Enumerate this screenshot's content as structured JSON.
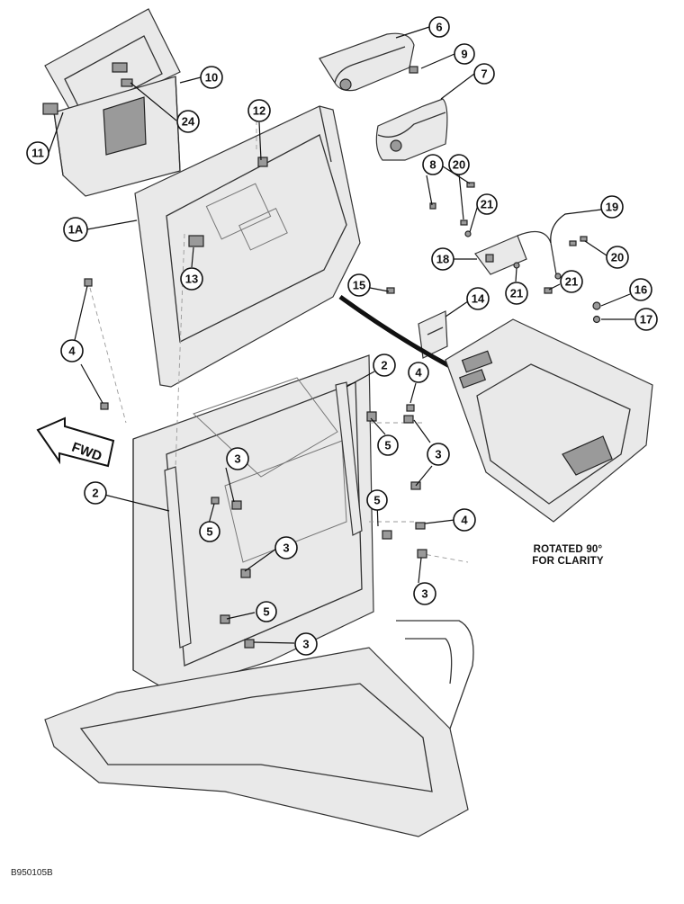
{
  "diagram": {
    "direction_arrow_label": "FWD",
    "note_lines": [
      "ROTATED 90°",
      "FOR CLARITY"
    ],
    "reference_code": "B950105B"
  },
  "callouts": [
    {
      "id": "c6",
      "label": "6"
    },
    {
      "id": "c9",
      "label": "9"
    },
    {
      "id": "c7",
      "label": "7"
    },
    {
      "id": "c10",
      "label": "10"
    },
    {
      "id": "c24",
      "label": "24"
    },
    {
      "id": "c11",
      "label": "11"
    },
    {
      "id": "c12",
      "label": "12"
    },
    {
      "id": "c8",
      "label": "8"
    },
    {
      "id": "c20a",
      "label": "20"
    },
    {
      "id": "c21a",
      "label": "21"
    },
    {
      "id": "c19",
      "label": "19"
    },
    {
      "id": "c1a",
      "label": "1A"
    },
    {
      "id": "c18",
      "label": "18"
    },
    {
      "id": "c20b",
      "label": "20"
    },
    {
      "id": "c13",
      "label": "13"
    },
    {
      "id": "c15",
      "label": "15"
    },
    {
      "id": "c21b",
      "label": "21"
    },
    {
      "id": "c21c",
      "label": "21"
    },
    {
      "id": "c14",
      "label": "14"
    },
    {
      "id": "c16",
      "label": "16"
    },
    {
      "id": "c17",
      "label": "17"
    },
    {
      "id": "c4a",
      "label": "4"
    },
    {
      "id": "c2a",
      "label": "2"
    },
    {
      "id": "c4b",
      "label": "4"
    },
    {
      "id": "c5a",
      "label": "5"
    },
    {
      "id": "c3a",
      "label": "3"
    },
    {
      "id": "c3b",
      "label": "3"
    },
    {
      "id": "c2b",
      "label": "2"
    },
    {
      "id": "c5b",
      "label": "5"
    },
    {
      "id": "c5c",
      "label": "5"
    },
    {
      "id": "c4c",
      "label": "4"
    },
    {
      "id": "c3c",
      "label": "3"
    },
    {
      "id": "c3d",
      "label": "3"
    },
    {
      "id": "c5d",
      "label": "5"
    },
    {
      "id": "c3e",
      "label": "3"
    }
  ]
}
